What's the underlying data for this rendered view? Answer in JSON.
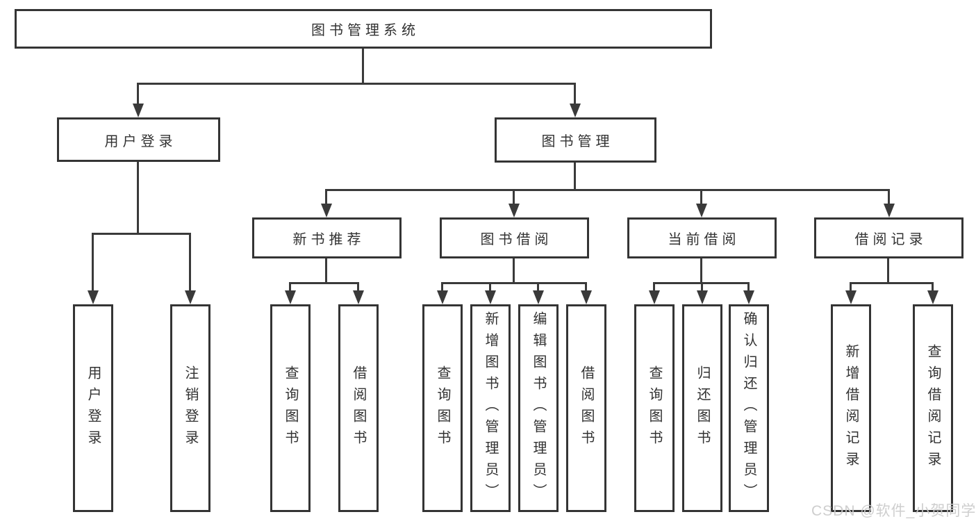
{
  "tree": {
    "label": "图书管理系统",
    "children": [
      {
        "label": "用户登录",
        "children": [
          {
            "label": "用户登录"
          },
          {
            "label": "注销登录"
          }
        ]
      },
      {
        "label": "图书管理",
        "children": [
          {
            "label": "新书推荐",
            "children": [
              {
                "label": "查询图书"
              },
              {
                "label": "借阅图书"
              }
            ]
          },
          {
            "label": "图书借阅",
            "children": [
              {
                "label": "查询图书"
              },
              {
                "label": "新增图书（管理员）"
              },
              {
                "label": "编辑图书（管理员）"
              },
              {
                "label": "借阅图书"
              }
            ]
          },
          {
            "label": "当前借阅",
            "children": [
              {
                "label": "查询图书"
              },
              {
                "label": "归还图书"
              },
              {
                "label": "确认归还（管理员）"
              }
            ]
          },
          {
            "label": "借阅记录",
            "children": [
              {
                "label": "新增借阅记录"
              },
              {
                "label": "查询借阅记录"
              }
            ]
          }
        ]
      }
    ]
  },
  "watermark": {
    "text": "CSDN @软件_小贺同学"
  },
  "colors": {
    "line": "#3a3a3a",
    "border": "#343434",
    "text": "#323232",
    "watermark": "#cbcbcb",
    "background": "#ffffff"
  }
}
